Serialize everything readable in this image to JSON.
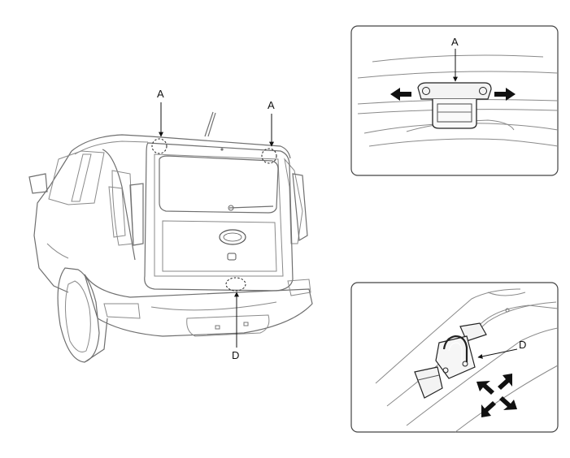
{
  "callouts": {
    "car_clip_left": "A",
    "car_clip_right": "A",
    "car_clip_bottom": "D",
    "detail_top": "A",
    "detail_bottom": "D"
  }
}
